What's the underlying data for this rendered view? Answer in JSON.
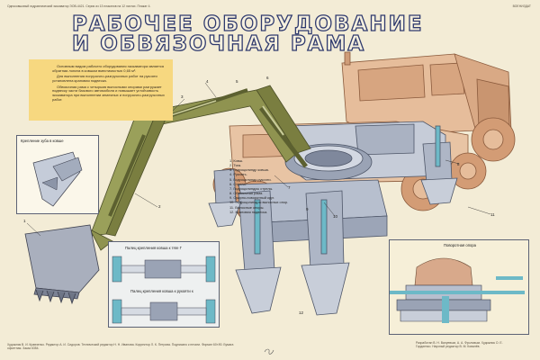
{
  "header": {
    "left_text": "Одноковшовый гидравлический экскаватор ЭОВ-4421. Серия из 13 плакатов на 12 листах. Плакат 4.",
    "right_text": "ВОЕНИЗДАТ"
  },
  "title": {
    "line1": "РАБОЧЕЕ ОБОРУДОВАНИЕ",
    "line2": "И ОБВЯЗОЧНАЯ РАМА"
  },
  "description": [
    "Основным видом рабочего оборудования экскаватора является обратная лопата в ковшом вместимостью 0,65 м³.",
    "Для выполнения погрузочно-разгрузочных работ на рукояти установлена крановая подвеска.",
    "Обвязочная рама с четырьмя выносными опорами разгружает подвеску части базового автомобиля и повышает устойчивость экскаватора при выполнении земляных и погрузочно-разгрузочных работ."
  ],
  "insets": {
    "tooth": {
      "label": "Крепление зуба в ковше"
    },
    "pins": {
      "label_top": "Палец крепления ковша к тяге Г",
      "label_bottom": "Палец крепления ковша к рукояти к"
    },
    "swing": {
      "label": "Поворотная опора"
    }
  },
  "legend": [
    "1. Ковш.",
    "2. Тяга.",
    "3. Гидроцилиндр ковша.",
    "4. Рукоять.",
    "5. Гидроцилиндр рукояти.",
    "6. Стрела.",
    "7. Гидроцилиндры стрелы.",
    "8. Обвязочная рама.",
    "9. Опорно-поворотный круг.",
    "10. Гидроцилиндры выносных опор.",
    "11. Выносные опоры.",
    "12. Крановая подвеска."
  ],
  "callouts": [
    "1",
    "2",
    "3",
    "4",
    "5",
    "6",
    "7",
    "8",
    "9",
    "10",
    "11",
    "12"
  ],
  "footer": {
    "left_text": "Художник В. И. Кравченко. Редактор А. И. Сидоров. Технический редактор Н. Н. Иванова. Корректор Л. К. Петрова. Подписано к печати. Формат 60×90. Бумага офсетная. Заказ 6354.",
    "right_text": "Разработан В. Н. Валуевым, А. А. Фроловым. Художник О. Е. Гордиенко. Научный редактор В. М. Ковалёв."
  },
  "colors": {
    "background": "#f3ecd6",
    "title_stroke": "#2f3a6e",
    "boom_green": "#8f9350",
    "truck_tan": "#e2b38e",
    "frame_steel": "#b7bfce",
    "description_box": "#f7d880",
    "hydraulic_cyan": "#6db9c7"
  }
}
